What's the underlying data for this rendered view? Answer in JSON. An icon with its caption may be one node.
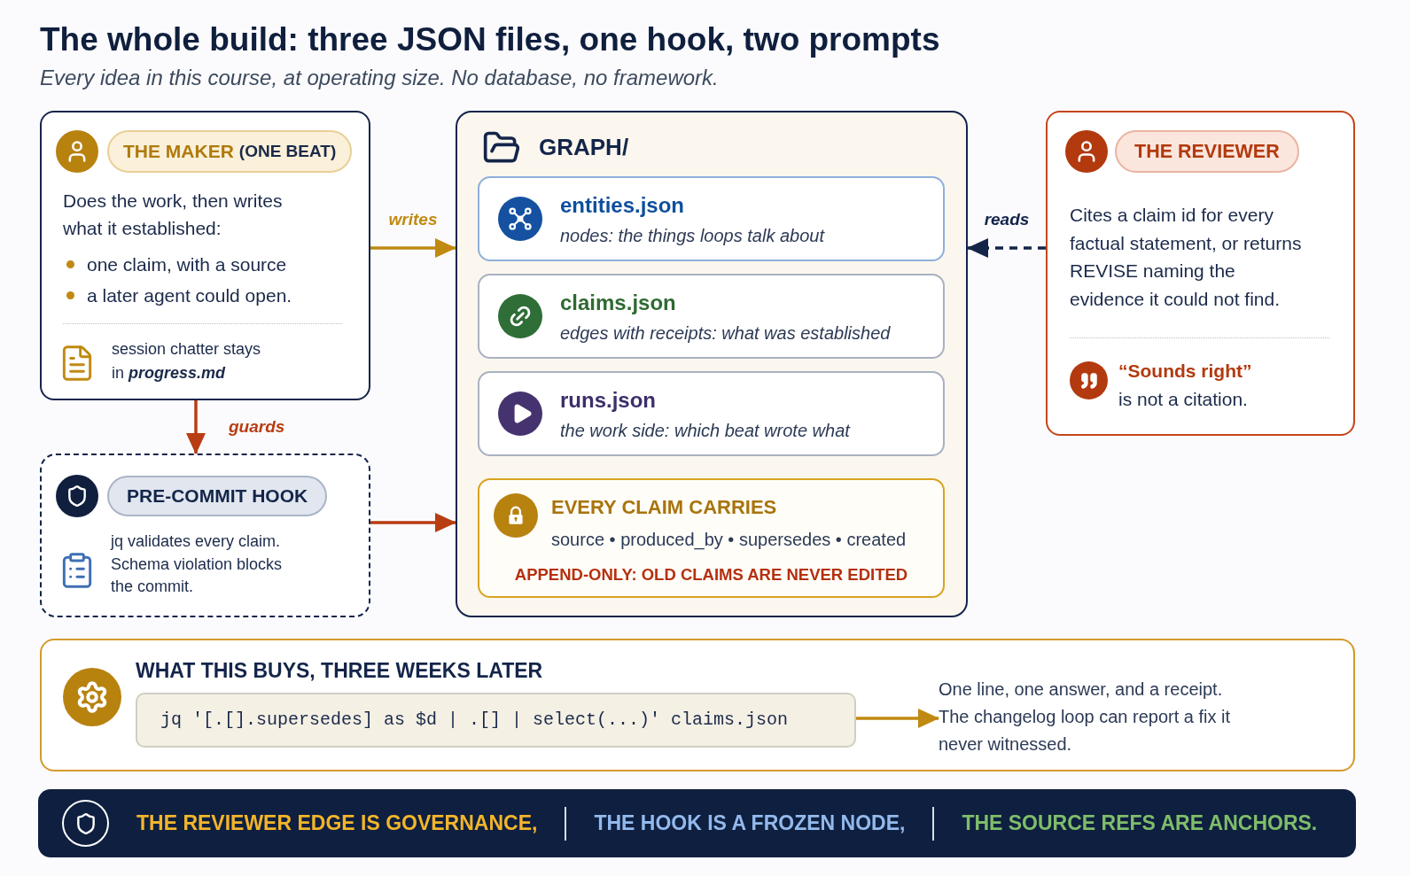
{
  "diagram": {
    "title": "The whole build: three JSON files, one hook, two prompts",
    "nodes": [
      {
        "text": [
          "THE MAKER",
          "(ONE BEAT)",
          "Does the work, then writes what it established:",
          "one claim, with a source",
          "a later agent could open.",
          "session chatter stays in **progress.md**"
        ]
      },
      {
        "text": [
          "GRAPH/"
        ]
      },
      {
        "text": [
          "entities.json",
          "nodes: the things loops talk about"
        ],
        "in": 1
      },
      {
        "text": [
          "claims.json",
          "edges with receipts: what was established"
        ],
        "in": 1
      },
      {
        "text": [
          "runs.json",
          "the work side: which beat wrote what"
        ],
        "in": 1
      },
      {
        "text": [
          "EVERY CLAIM CARRIES",
          "source • produced_by • supersedes • created",
          "APPEND-ONLY: OLD CLAIMS ARE NEVER EDITED"
        ],
        "in": 1
      },
      {
        "text": [
          "THE REVIEWER",
          "Cites a claim id for every factual statement, or returns REVISE naming the evidence it could not find.",
          "**“Sounds right”** is not a citation."
        ]
      },
      {
        "text": [
          "PRE-COMMIT HOOK",
          "jq validates every claim. Schema violation blocks the commit."
        ]
      },
      {
        "text": [
          "WHAT THIS BUYS, THREE WEEKS LATER"
        ]
      },
      {
        "text": [
          "jq '[.[].supersedes] as $d | .[] | select(...)' claims.json"
        ],
        "in": 8
      },
      {
        "text": [
          "One line, one answer, and a receipt. The changelog loop can report a fix it never witnessed."
        ],
        "in": 8
      },
      {
        "text": [
          "THE REVIEWER EDGE IS GOVERNANCE,",
          "THE HOOK IS A FROZEN NODE,",
          "THE SOURCE REFS ARE ANCHORS."
        ]
      }
    ],
    "edges": [
      {
        "from": 0,
        "to": 1,
        "arrow": "to",
        "label": "writes",
        "color": "#c08a12"
      },
      {
        "from": 6,
        "to": 1,
        "arrow": "to",
        "label": "reads",
        "style": "dashed",
        "color": "#14254a"
      },
      {
        "from": 0,
        "to": 7,
        "arrow": "to",
        "label": "guards",
        "color": "#b83d12"
      },
      {
        "from": 7,
        "to": 1,
        "arrow": "to",
        "color": "#b83d12"
      },
      {
        "from": 9,
        "to": 10,
        "arrow": "to",
        "color": "#c08a12"
      }
    ],
    "labels": [
      "Every idea in this course, at operating size. No database, no framework."
    ]
  }
}
